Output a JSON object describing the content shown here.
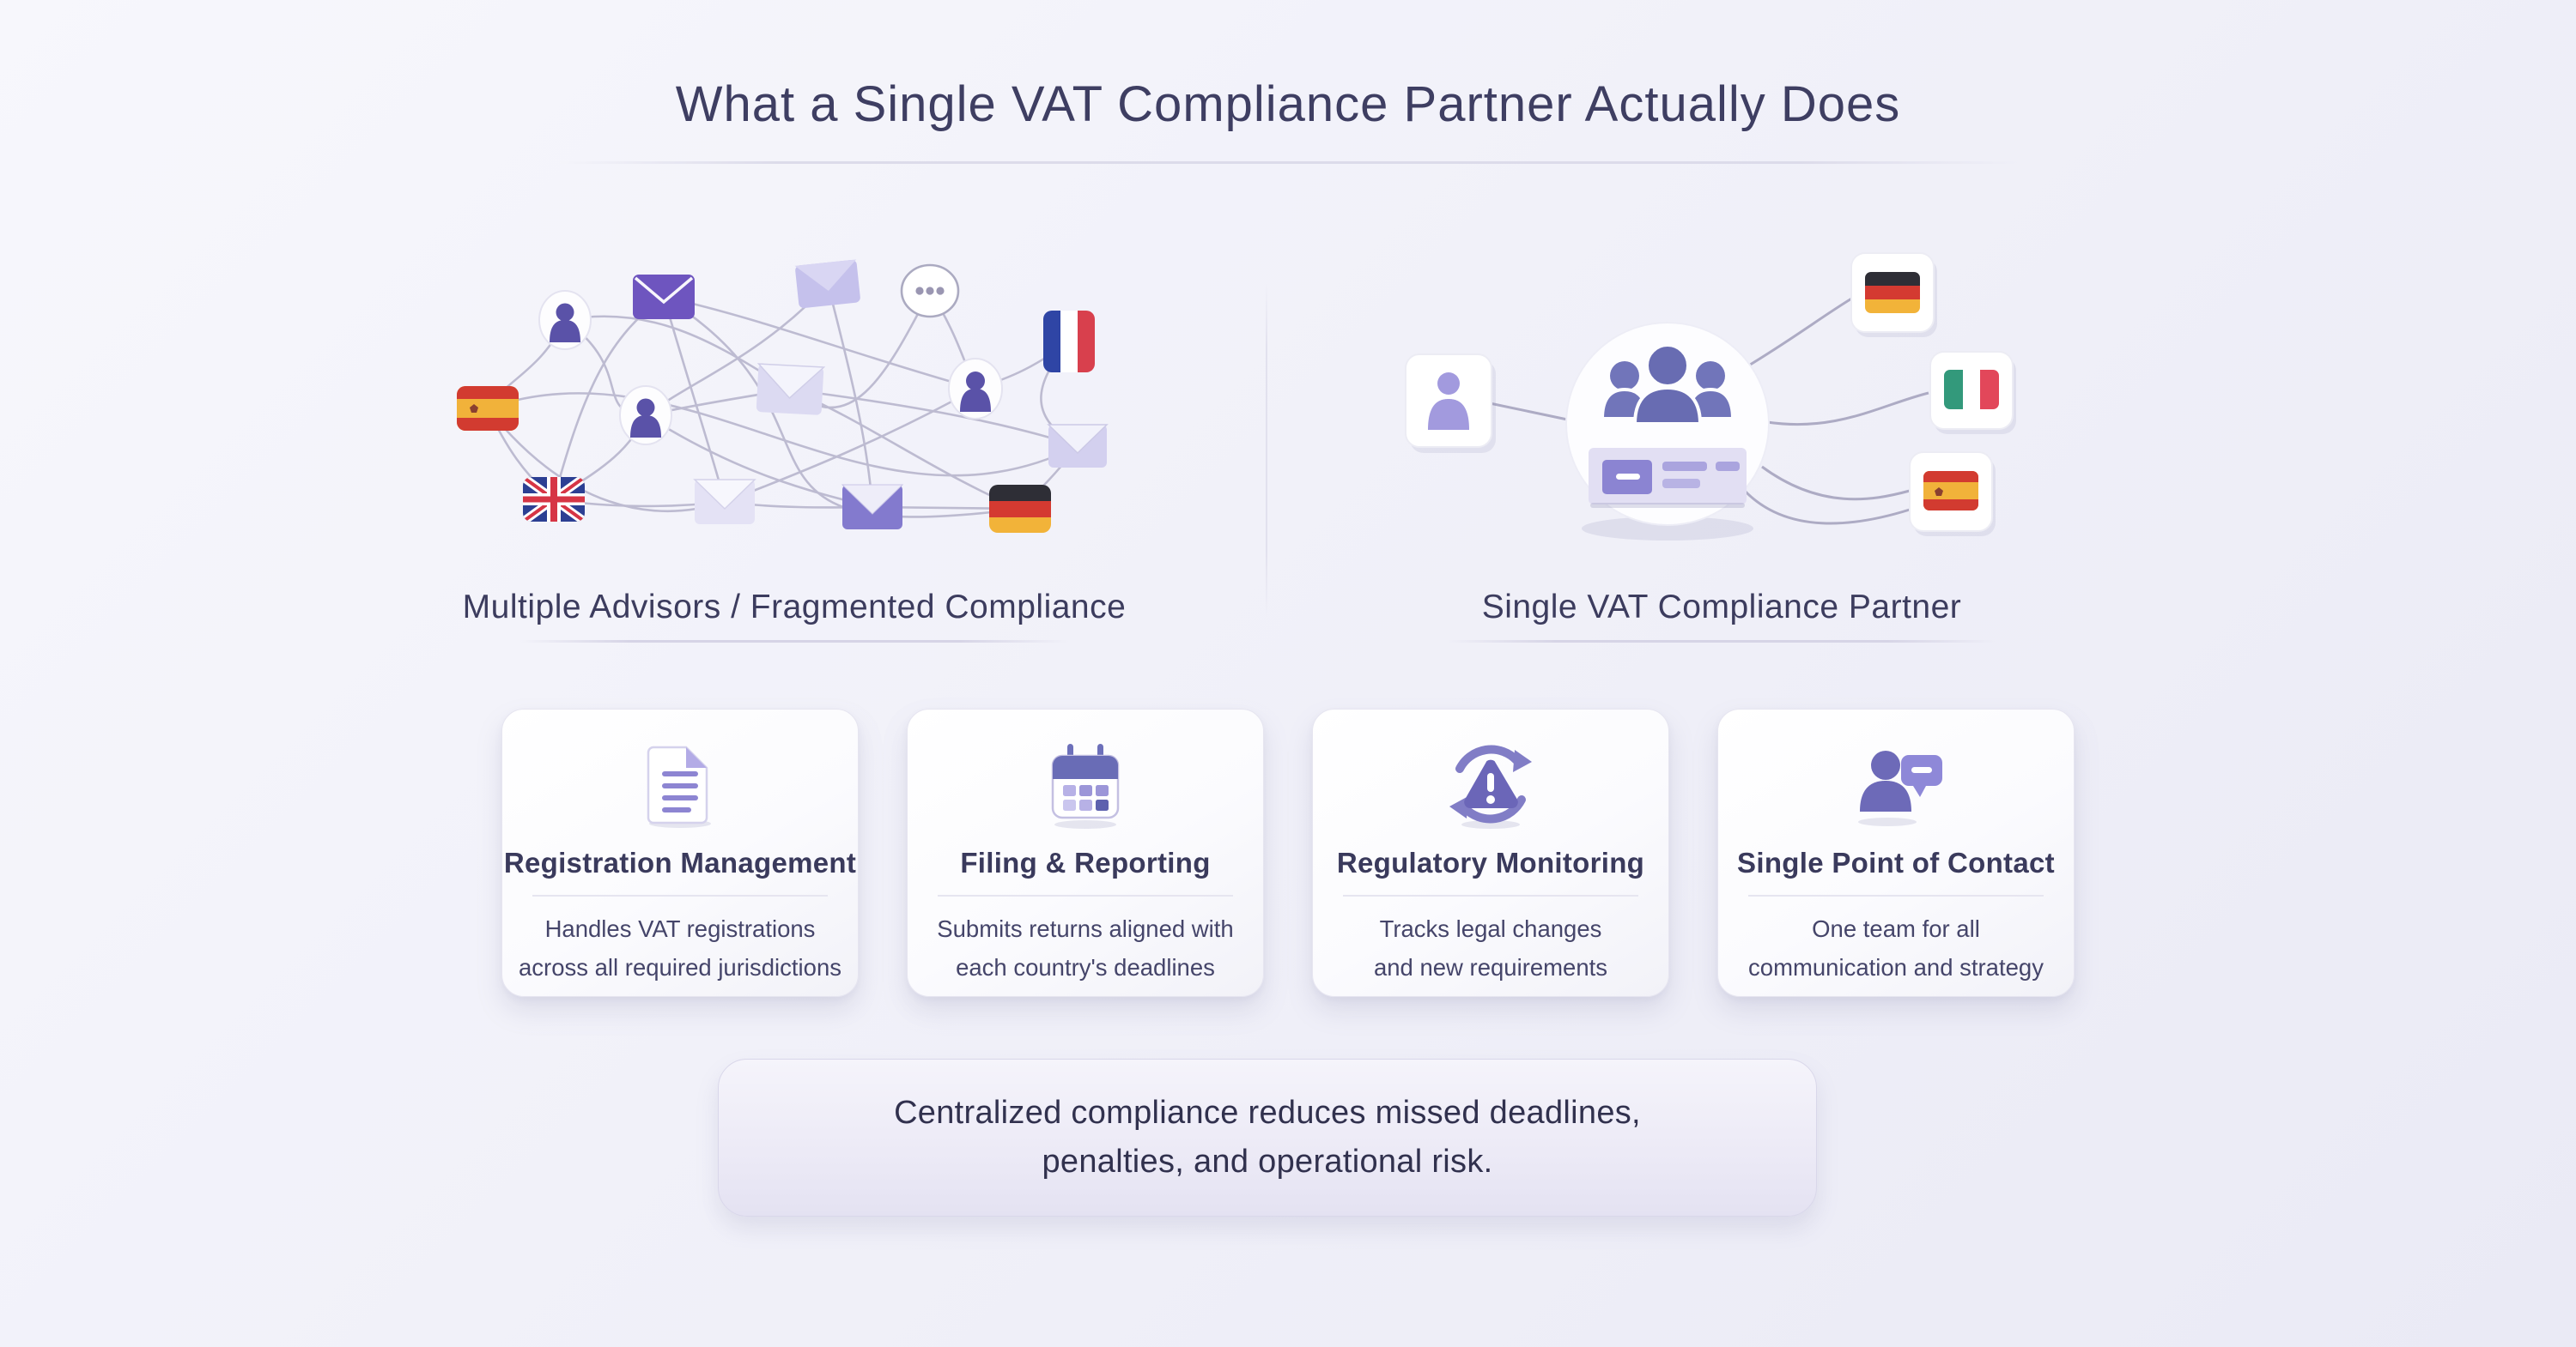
{
  "title": "What a Single VAT Compliance Partner Actually Does",
  "comparison": {
    "left_label": "Multiple Advisors / Fragmented Compliance",
    "right_label": "Single VAT Compliance Partner",
    "left_icons": [
      "person-avatar",
      "envelope",
      "chat-ellipsis-bubble",
      "spain-flag",
      "uk-flag",
      "france-flag",
      "germany-flag"
    ],
    "right_icons": [
      "client-person-card",
      "team-hub",
      "germany-flag",
      "italy-flag",
      "spain-flag"
    ]
  },
  "cards": [
    {
      "icon": "document-icon",
      "title": "Registration Management",
      "desc_line1": "Handles VAT registrations",
      "desc_line2": "across all required jurisdictions"
    },
    {
      "icon": "calendar-icon",
      "title": "Filing & Reporting",
      "desc_line1": "Submits returns aligned with",
      "desc_line2": "each country's deadlines"
    },
    {
      "icon": "regulatory-icon",
      "title": "Regulatory Monitoring",
      "desc_line1": "Tracks legal changes",
      "desc_line2": "and new requirements"
    },
    {
      "icon": "contact-icon",
      "title": "Single Point of Contact",
      "desc_line1": "One team for all",
      "desc_line2": "communication and strategy"
    }
  ],
  "banner": {
    "line1": "Centralized compliance reduces missed deadlines,",
    "line2": "penalties, and operational risk."
  },
  "colors": {
    "background": "#f1f1f9",
    "accent_purple": "#6c63b5",
    "light_purple": "#c5c1ec",
    "title_text": "#3e3e62",
    "body_text": "#45456a",
    "line_gray": "#b2b0c8",
    "flag_red": "#d23b30",
    "flag_yellow": "#f1b23a",
    "flag_blue": "#2c3f93",
    "flag_green": "#33997b",
    "flag_black": "#2e2e36"
  }
}
